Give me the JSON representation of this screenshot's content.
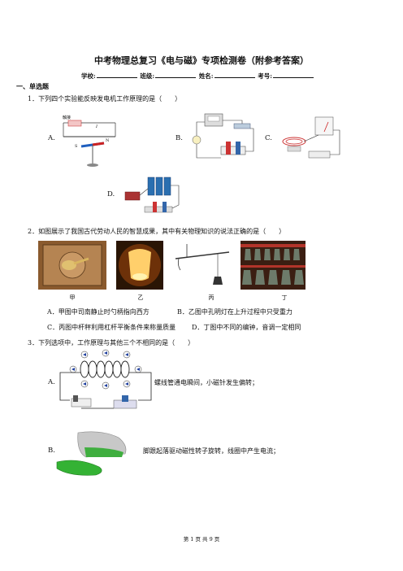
{
  "title": "中考物理总复习《电与磁》专项检测卷（附参考答案）",
  "info": {
    "school": "学校:",
    "class": "班级:",
    "name": "姓名:",
    "number": "考号:"
  },
  "section": "一、单选题",
  "q1": {
    "text": "1．下列四个实验能反映发电机工作原理的是（　　）",
    "switch_label": "触接",
    "letters": [
      "A.",
      "B.",
      "C.",
      "D."
    ],
    "labels": [
      "S",
      "N",
      "I"
    ]
  },
  "q2": {
    "text": "2．如图展示了我国古代劳动人民的智慧成果，其中有关物理知识的说法正确的是（　　）",
    "captions": [
      "甲",
      "乙",
      "丙",
      "丁"
    ],
    "options": {
      "A": "A．甲图中司南静止时勺柄指向西方",
      "B": "B．乙图中孔明灯在上升过程中只受重力",
      "C": "C．丙图中杆秤利用杠杆平衡条件来称量质量",
      "D": "D．丁图中不同的编钟，音调一定相同"
    }
  },
  "q3": {
    "text": "3．下列选项中，工作原理与其他三个不相同的是（　　）",
    "A_letter": "A.",
    "A_text": "螺线管通电瞬间，小磁针发生偏转；",
    "B_letter": "B.",
    "B_text": "脚跟起落驱动磁性转子旋转，线圈中产生电流；"
  },
  "footer": "第 1 页 共 9 页"
}
